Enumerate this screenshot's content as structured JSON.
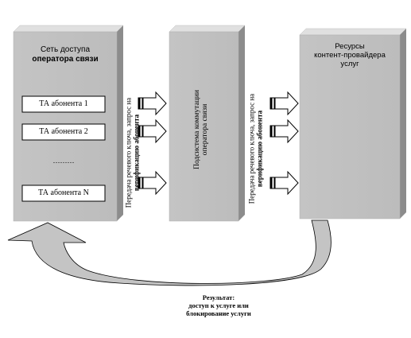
{
  "access_network": {
    "title_line1": "Сеть доступа",
    "title_line2": "оператора связи",
    "subscribers": [
      "ТА абонента 1",
      "ТА абонента 2",
      "ТА абонента N"
    ],
    "ellipsis": "………"
  },
  "transfer_label_1": {
    "line1": "Передача речевого ключа, запрос на",
    "line2": "верификацию абонента"
  },
  "switching": {
    "label_line1": "Подсистема коммутации",
    "label_line2": "оператора связи"
  },
  "transfer_label_2": {
    "line1": "Передача речевого ключа, запрос на",
    "line2": "верификацию абонента"
  },
  "provider": {
    "line1": "Ресурсы",
    "line2": "контент-провайдера",
    "line3": "услуг"
  },
  "result": {
    "line1": "Результат:",
    "line2": "доступ к услуге или",
    "line3": "блокирование услуги"
  },
  "colors": {
    "box_fill": "#c0c0c0",
    "box_shadow": "#808080",
    "inner_fill": "#ffffff"
  }
}
